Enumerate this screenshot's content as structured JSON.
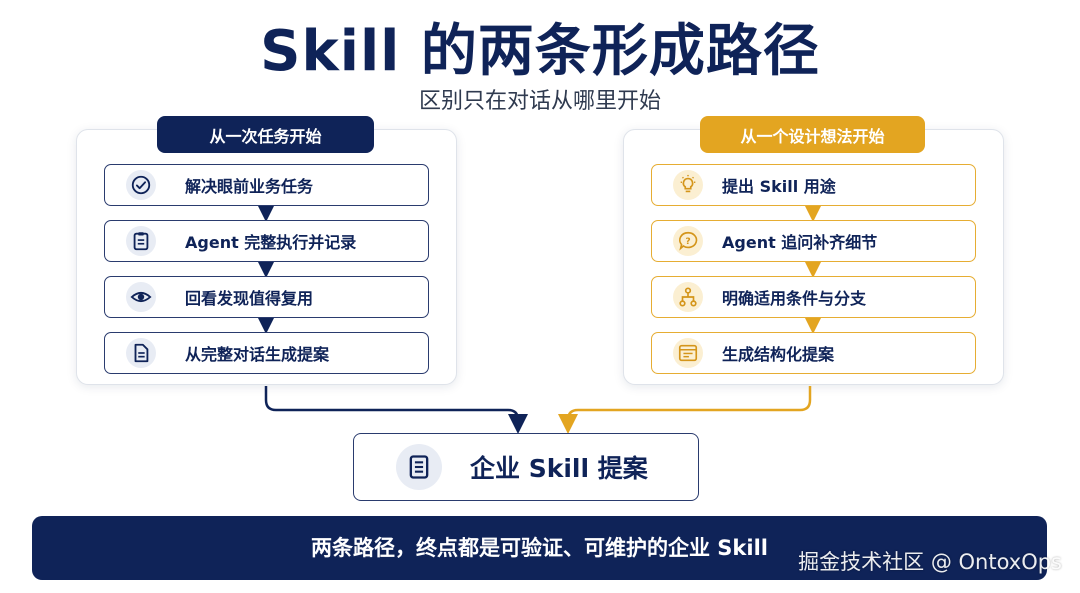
{
  "title": "Skill 的两条形成路径",
  "subtitle": "区别只在对话从哪里开始",
  "left_path": {
    "tag": "从一次任务开始",
    "steps": [
      {
        "label": "解决眼前业务任务",
        "icon": "check-circle-icon"
      },
      {
        "label": "Agent 完整执行并记录",
        "icon": "clipboard-icon"
      },
      {
        "label": "回看发现值得复用",
        "icon": "eye-icon"
      },
      {
        "label": "从完整对话生成提案",
        "icon": "document-icon"
      }
    ],
    "color": "#0f2358"
  },
  "right_path": {
    "tag": "从一个设计想法开始",
    "steps": [
      {
        "label": "提出 Skill 用途",
        "icon": "lightbulb-icon"
      },
      {
        "label": "Agent 追问补齐细节",
        "icon": "question-bubble-icon"
      },
      {
        "label": "明确适用条件与分支",
        "icon": "branch-icon"
      },
      {
        "label": "生成结构化提案",
        "icon": "form-icon"
      }
    ],
    "color": "#e3a521"
  },
  "result": {
    "label": "企业 Skill 提案",
    "icon": "document-stack-icon"
  },
  "banner": "两条路径，终点都是可验证、可维护的企业 Skill",
  "watermark": "掘金技术社区 @ OntoxOps"
}
